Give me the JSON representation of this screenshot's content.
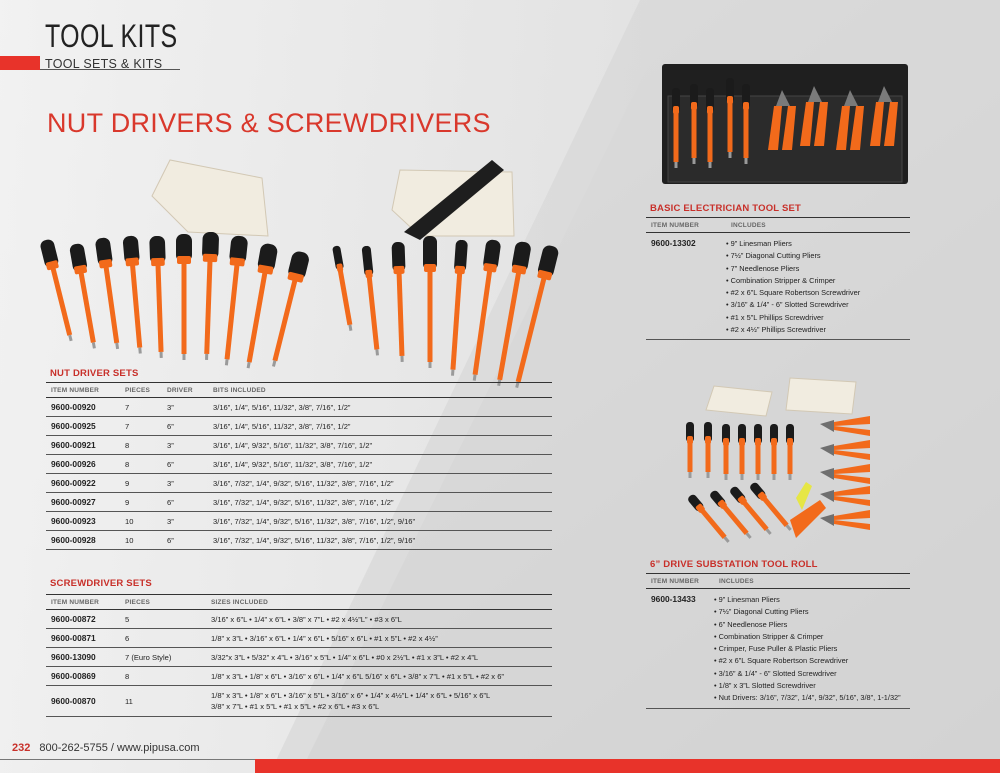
{
  "header": {
    "title": "TOOL KITS",
    "subtitle": "TOOL SETS & KITS"
  },
  "section_heading": "NUT DRIVERS & SCREWDRIVERS",
  "nut_driver_sets": {
    "title": "NUT DRIVER SETS",
    "columns": [
      "ITEM NUMBER",
      "PIECES",
      "DRIVER",
      "BITS INCLUDED"
    ],
    "rows": [
      [
        "9600-00920",
        "7",
        "3”",
        "3/16”, 1/4”, 5/16”, 11/32”, 3/8”, 7/16”, 1/2”"
      ],
      [
        "9600-00925",
        "7",
        "6”",
        "3/16”, 1/4”, 5/16”, 11/32”, 3/8”, 7/16”, 1/2”"
      ],
      [
        "9600-00921",
        "8",
        "3”",
        "3/16”, 1/4”, 9/32”, 5/16”, 11/32”, 3/8”, 7/16”, 1/2”"
      ],
      [
        "9600-00926",
        "8",
        "6”",
        "3/16”, 1/4”, 9/32”, 5/16”, 11/32”, 3/8”, 7/16”, 1/2”"
      ],
      [
        "9600-00922",
        "9",
        "3”",
        "3/16”, 7/32”, 1/4”, 9/32”, 5/16”, 11/32”, 3/8”, 7/16”, 1/2”"
      ],
      [
        "9600-00927",
        "9",
        "6”",
        "3/16”, 7/32”, 1/4”, 9/32”, 5/16”, 11/32”, 3/8”, 7/16”, 1/2”"
      ],
      [
        "9600-00923",
        "10",
        "3”",
        "3/16”, 7/32”, 1/4”, 9/32”, 5/16”, 11/32”, 3/8”, 7/16”, 1/2”, 9/16”"
      ],
      [
        "9600-00928",
        "10",
        "6”",
        "3/16”, 7/32”, 1/4”, 9/32”, 5/16”, 11/32”, 3/8”, 7/16”, 1/2”, 9/16”"
      ]
    ]
  },
  "screwdriver_sets": {
    "title": "SCREWDRIVER SETS",
    "columns": [
      "ITEM NUMBER",
      "PIECES",
      "SIZES INCLUDED"
    ],
    "rows": [
      [
        "9600-00872",
        "5",
        "3/16” x 6”L • 1/4” x 6”L • 3/8” x 7”L • #2 x 4½”L” • #3 x 6”L"
      ],
      [
        "9600-00871",
        "6",
        "1/8” x 3”L • 3/16” x 6”L • 1/4” x 6”L • 5/16” x 6”L • #1 x 5”L • #2 x 4½”"
      ],
      [
        "9600-13090",
        "7 (Euro Style)",
        "3/32”x 3”L • 5/32” x 4”L • 3/16” x 5”L • 1/4” x 6”L • #0 x 2½”L • #1 x 3”L • #2 x 4”L"
      ],
      [
        "9600-00869",
        "8",
        "1/8” x 3”L • 1/8” x 6”L • 3/16” x 6”L • 1/4” x 6”L 5/16” x 6”L • 3/8” x 7”L • #1 x 5”L • #2 x 6”"
      ],
      [
        "9600-00870",
        "11",
        "1/8” x 3”L • 1/8” x 6”L • 3/16” x 5”L • 3/16” x 6” • 1/4” x 4½”L • 1/4” x 6”L • 5/16” x 6”L",
        "3/8” x 7”L • #1 x 5”L • #1 x 5”L • #2 x 6”L • #3 x 6”L"
      ]
    ]
  },
  "basic_electrician": {
    "title": "BASIC ELECTRICIAN TOOL SET",
    "columns": [
      "ITEM NUMBER",
      "INCLUDES"
    ],
    "item": "9600-13302",
    "includes": [
      "9” Linesman Pliers",
      "7½” Diagonal Cutting Pliers",
      "7” Needlenose Pliers",
      "Combination Stripper & Crimper",
      "#2 x 6”L Square Robertson Screwdriver",
      "3/16” & 1/4” - 6” Slotted Screwdriver",
      "#1 x 5”L Phillips Screwdriver",
      "#2 x 4½” Phillips Screwdriver"
    ]
  },
  "substation_roll": {
    "title": "6” DRIVE SUBSTATION TOOL ROLL",
    "columns": [
      "ITEM NUMBER",
      "INCLUDES"
    ],
    "item": "9600-13433",
    "includes": [
      "9” Linesman Pliers",
      "7½” Diagonal Cutting Pliers",
      "6” Needlenose Pliers",
      "Combination Stripper & Crimper",
      "Crimper, Fuse Puller & Plastic Pliers",
      "#2 x 6”L Square Robertson Screwdriver",
      "3/16” & 1/4” - 6” Slotted Screwdriver",
      "1/8” x 3”L Slotted Screwdriver",
      "Nut Drivers: 3/16”, 7/32”, 1/4”, 9/32”, 5/16”, 3/8”, 1-1/32”"
    ]
  },
  "footer": {
    "page_number": "232",
    "contact": "800-262-5755  /  www.pipusa.com"
  },
  "colors": {
    "accent_red": "#e8332a",
    "tool_orange": "#f26a1b",
    "handle_black": "#1b1b1b"
  }
}
